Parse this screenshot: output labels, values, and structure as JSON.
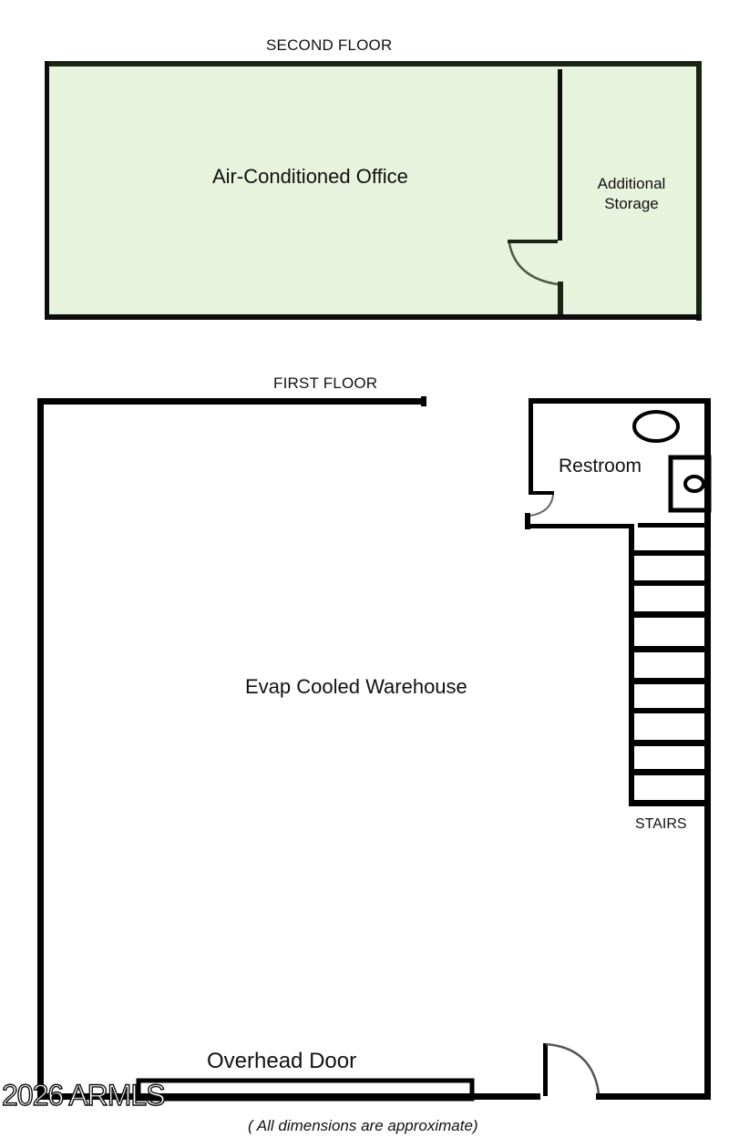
{
  "floor_plan": {
    "second_floor": {
      "title": "SECOND FLOOR",
      "fill_color": "#e8f3dd",
      "wall_color": "#1a2412",
      "rooms": [
        {
          "name": "Air-Conditioned Office"
        },
        {
          "name_line1": "Additional",
          "name_line2": "Storage"
        }
      ]
    },
    "first_floor": {
      "title": "FIRST FLOOR",
      "wall_color": "#000000",
      "rooms": [
        {
          "name": "Restroom"
        },
        {
          "name": "Evap Cooled Warehouse"
        },
        {
          "name": "STAIRS",
          "step_count": 9
        },
        {
          "name": "Overhead Door"
        }
      ]
    },
    "disclaimer": "( All dimensions are approximate)",
    "watermark": "2026 ARMLS"
  }
}
